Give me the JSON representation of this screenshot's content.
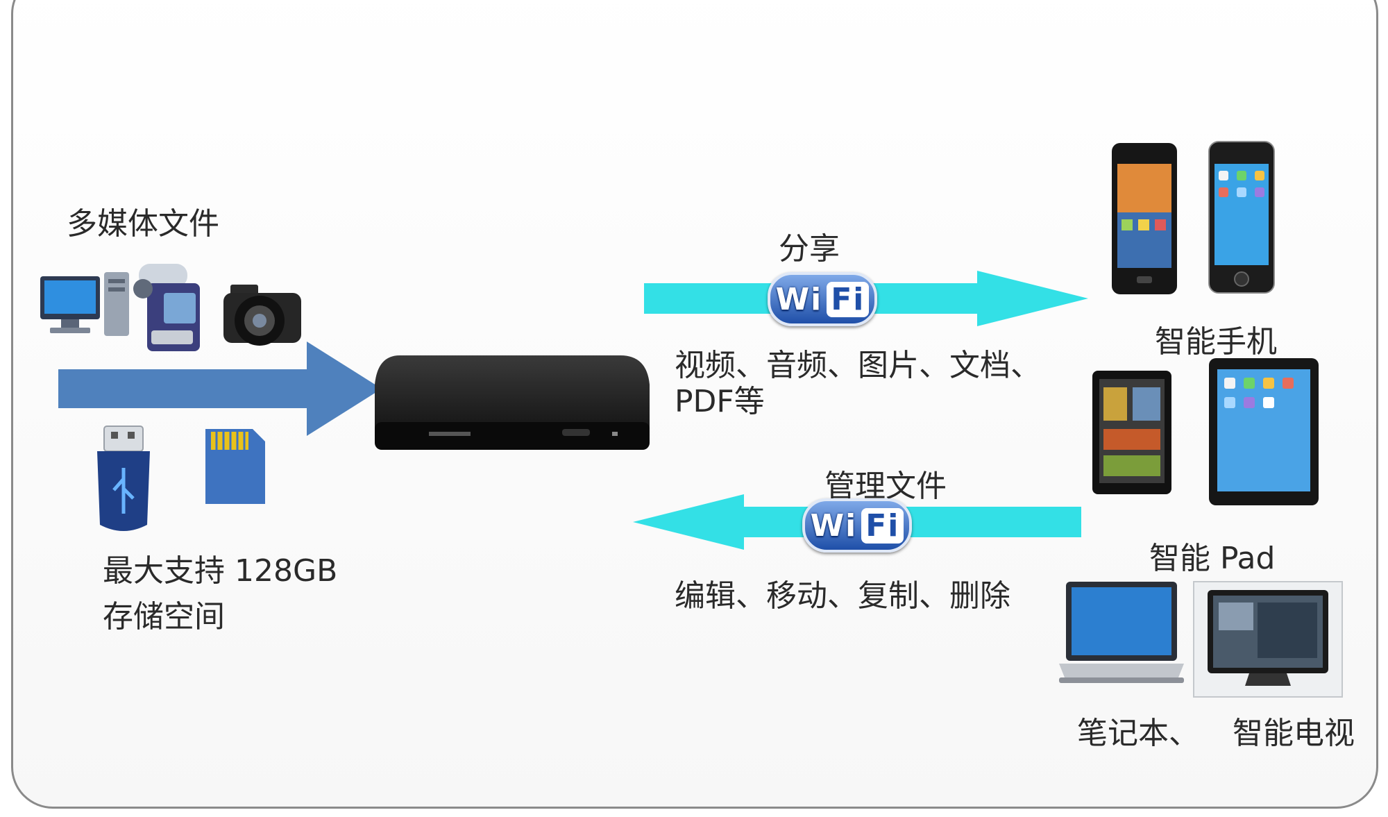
{
  "sources": {
    "title": "多媒体文件",
    "storage_line1": "最大支持 128GB",
    "storage_line2": "存储空间"
  },
  "share": {
    "title": "分享",
    "badge_wi": "Wi",
    "badge_fi": "Fi",
    "desc_line1": "视频、音频、图片、文档、",
    "desc_line2": "PDF等"
  },
  "manage": {
    "title": "管理文件",
    "badge_wi": "Wi",
    "badge_fi": "Fi",
    "desc": "编辑、移动、复制、删除"
  },
  "devices": {
    "phone_label": "智能手机",
    "pad_label": "智能 Pad",
    "notebook_label": "笔记本、",
    "tv_label": "智能电视"
  },
  "colors": {
    "blue_arrow": "#4f81bd",
    "cyan_arrow": "#33e0e6",
    "device_body": "#1a1a1a"
  }
}
